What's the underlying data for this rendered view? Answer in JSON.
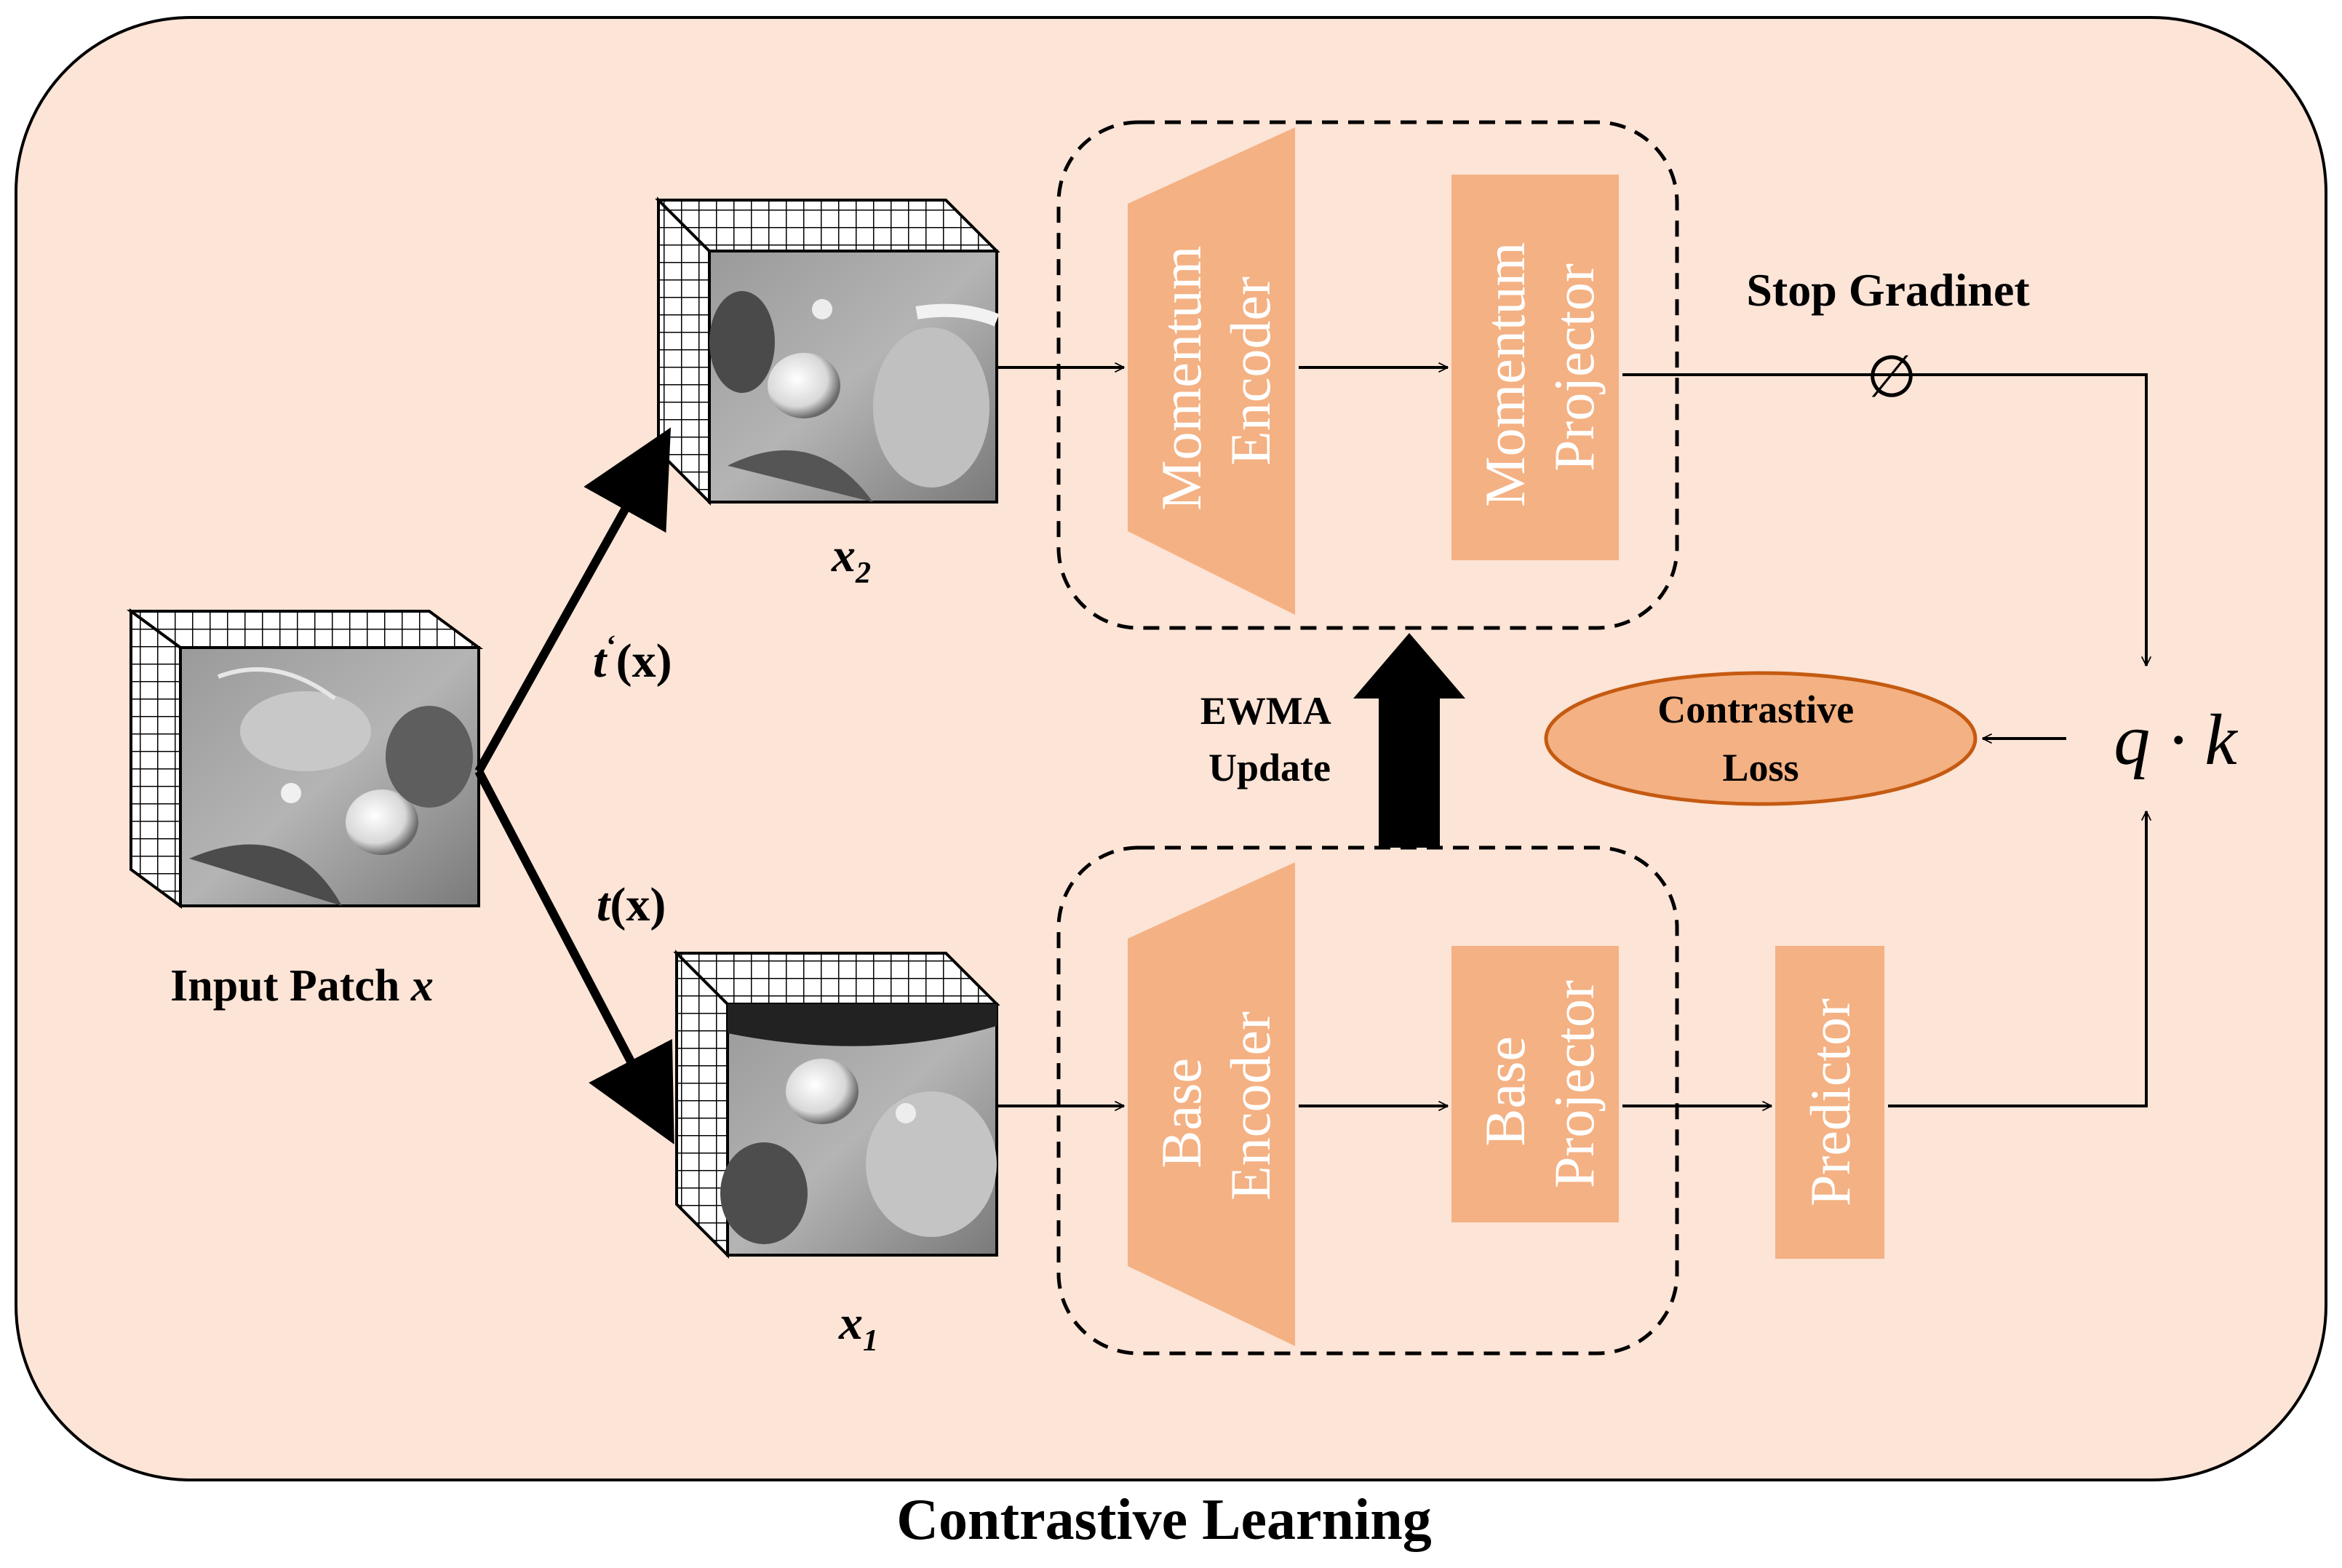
{
  "caption": "Contrastive Learning",
  "colors": {
    "panel_fill": "#fce4d6",
    "block_fill": "#f4b183",
    "block_text": "#ffffff",
    "loss_fill": "#f4b183",
    "loss_stroke": "#c55a11",
    "line": "#000000"
  },
  "input": {
    "label_text": "Input Patch ",
    "label_var": "x"
  },
  "views": {
    "x2": {
      "var": "x",
      "sub": "2"
    },
    "x1": {
      "var": "x",
      "sub": "1"
    }
  },
  "transforms": {
    "t_prime": {
      "func": "t",
      "mark": "ʻ",
      "arg": "(x)"
    },
    "t": {
      "func": "t",
      "arg": "(x)"
    }
  },
  "momentum": {
    "encoder": [
      "Momentum",
      "Encoder"
    ],
    "projector": [
      "Momentum",
      "Projector"
    ]
  },
  "base": {
    "encoder": [
      "Base",
      "Encoder"
    ],
    "projector": [
      "Base",
      "Projector"
    ]
  },
  "predictor": "Predictor",
  "ewma": [
    "EWMA",
    "Update"
  ],
  "stop_gradient": {
    "label": "Stop Gradinet",
    "symbol": "∅"
  },
  "loss": [
    "Contrastive",
    "Loss"
  ],
  "similarity": "q · k",
  "icons": [
    "arrow-right-icon",
    "arrow-up-icon",
    "arrow-down-icon",
    "arrow-left-icon",
    "empty-set-icon",
    "volume-cube-icon"
  ]
}
